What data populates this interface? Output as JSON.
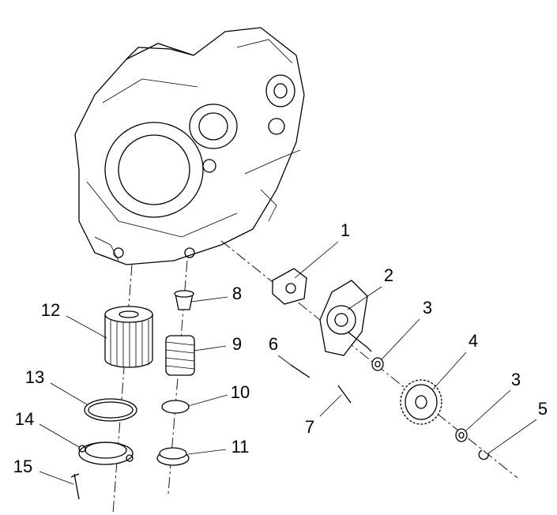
{
  "diagram": {
    "title": "Oil pump and oil filter exploded view",
    "callouts": [
      {
        "id": "c1",
        "text": "1"
      },
      {
        "id": "c2",
        "text": "2"
      },
      {
        "id": "c3a",
        "text": "3"
      },
      {
        "id": "c4",
        "text": "4"
      },
      {
        "id": "c3b",
        "text": "3"
      },
      {
        "id": "c5",
        "text": "5"
      },
      {
        "id": "c6",
        "text": "6"
      },
      {
        "id": "c7",
        "text": "7"
      },
      {
        "id": "c8",
        "text": "8"
      },
      {
        "id": "c9",
        "text": "9"
      },
      {
        "id": "c10",
        "text": "10"
      },
      {
        "id": "c11",
        "text": "11"
      },
      {
        "id": "c12",
        "text": "12"
      },
      {
        "id": "c13",
        "text": "13"
      },
      {
        "id": "c14",
        "text": "14"
      },
      {
        "id": "c15",
        "text": "15"
      }
    ]
  }
}
